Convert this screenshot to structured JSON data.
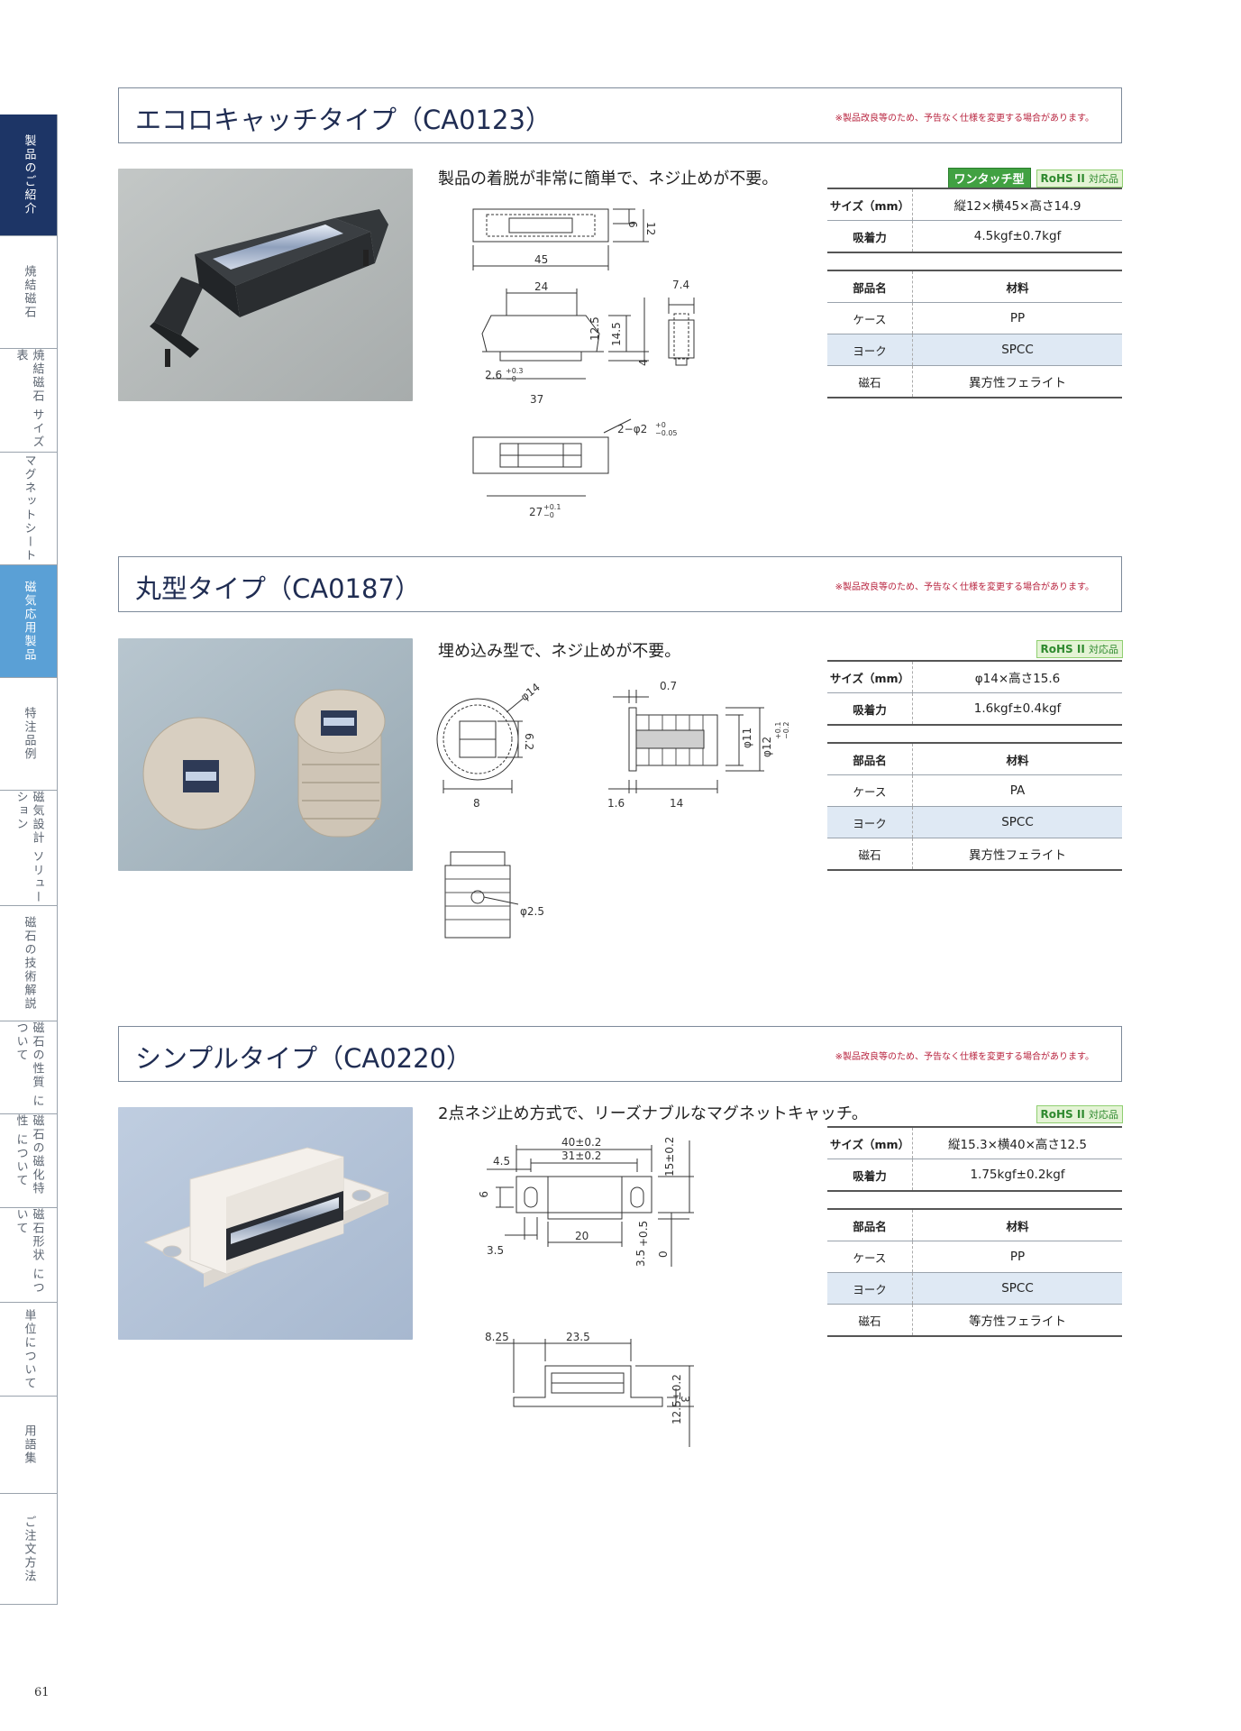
{
  "sidenav": [
    {
      "label": "製品のご紹介"
    },
    {
      "label": "焼結磁石"
    },
    {
      "label": "焼結磁石 サイズ表"
    },
    {
      "label": "マグネットシート"
    },
    {
      "label": "磁気応用製品"
    },
    {
      "label": "特注品例"
    },
    {
      "label": "磁気設計 ソリューション"
    },
    {
      "label": "磁石の技術解説"
    },
    {
      "label": "磁石の性質 について"
    },
    {
      "label": "磁石の磁化特性 について"
    },
    {
      "label": "磁石形状 について"
    },
    {
      "label": "単位について"
    },
    {
      "label": "用語集"
    },
    {
      "label": "ご注文方法"
    }
  ],
  "page_number": "61",
  "notice": "※製品改良等のため、予告なく仕様を変更する場合があります。",
  "rohs_label": "RoHS II",
  "rohs_sub": "対応品",
  "products": [
    {
      "title": "エコロキャッチタイプ（CA0123）",
      "description": "製品の着脱が非常に簡単で、ネジ止めが不要。",
      "badge_onetouch": "ワンタッチ型",
      "specs": [
        {
          "key": "サイズ（mm）",
          "value": "縦12×横45×高さ14.9"
        },
        {
          "key": "吸着力",
          "value": "4.5kgf±0.7kgf"
        }
      ],
      "materials_header": {
        "part": "部品名",
        "material": "材料"
      },
      "materials": [
        {
          "part": "ケース",
          "material": "PP"
        },
        {
          "part": "ヨーク",
          "material": "SPCC"
        },
        {
          "part": "磁石",
          "material": "異方性フェライト"
        }
      ],
      "dims": [
        "6",
        "12",
        "45",
        "24",
        "7.4",
        "12.5",
        "14.5",
        "4",
        "2.6",
        "+0.3",
        "−0",
        "37",
        "2−φ2",
        "+0",
        "−0.05",
        "27",
        "+0.1",
        "−0"
      ]
    },
    {
      "title": "丸型タイプ（CA0187）",
      "description": "埋め込み型で、ネジ止めが不要。",
      "specs": [
        {
          "key": "サイズ（mm）",
          "value": "φ14×高さ15.6"
        },
        {
          "key": "吸着力",
          "value": "1.6kgf±0.4kgf"
        }
      ],
      "materials_header": {
        "part": "部品名",
        "material": "材料"
      },
      "materials": [
        {
          "part": "ケース",
          "material": "PA"
        },
        {
          "part": "ヨーク",
          "material": "SPCC"
        },
        {
          "part": "磁石",
          "material": "異方性フェライト"
        }
      ],
      "dims": [
        "φ14",
        "6.2",
        "8",
        "0.7",
        "φ11",
        "φ12",
        "+0.1",
        "−0.2",
        "1.6",
        "14",
        "φ2.5"
      ]
    },
    {
      "title": "シンプルタイプ（CA0220）",
      "description": "2点ネジ止め方式で、リーズナブルなマグネットキャッチ。",
      "specs": [
        {
          "key": "サイズ（mm）",
          "value": "縦15.3×横40×高さ12.5"
        },
        {
          "key": "吸着力",
          "value": "1.75kgf±0.2kgf"
        }
      ],
      "materials_header": {
        "part": "部品名",
        "material": "材料"
      },
      "materials": [
        {
          "part": "ケース",
          "material": "PP"
        },
        {
          "part": "ヨーク",
          "material": "SPCC"
        },
        {
          "part": "磁石",
          "material": "等方性フェライト"
        }
      ],
      "dims": [
        "40±0.2",
        "31±0.2",
        "4.5",
        "15±0.2",
        "9",
        "3.5",
        "20",
        "+0.5",
        "3.5",
        "0",
        "8.25",
        "23.5",
        "3",
        "12.5±0.2"
      ]
    }
  ]
}
